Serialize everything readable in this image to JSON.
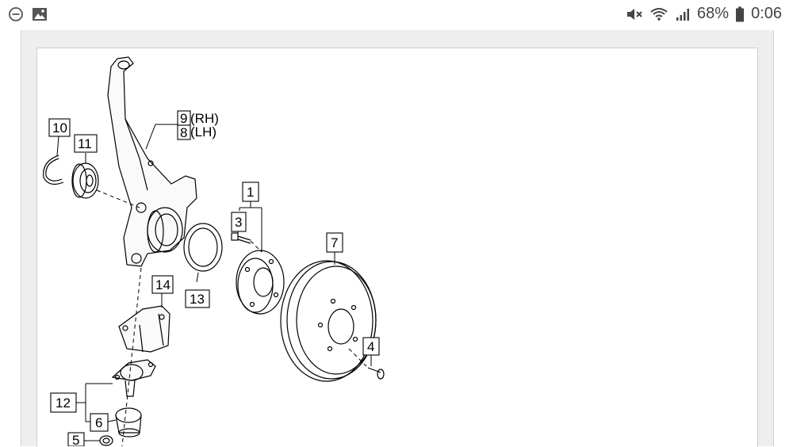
{
  "status_bar": {
    "battery_percent": "68%",
    "time": "0:06",
    "icons": [
      "minus-circle-icon",
      "image-icon",
      "mute-icon",
      "wifi-icon",
      "signal-icon",
      "battery-icon"
    ]
  },
  "diagram": {
    "labels": {
      "p1": "1",
      "p3": "3",
      "p4": "4",
      "p5": "5",
      "p6": "6",
      "p7": "7",
      "p8": "8",
      "p8_suffix": "(LH)",
      "p9": "9",
      "p9_suffix": "(RH)",
      "p10": "10",
      "p11": "11",
      "p12": "12",
      "p13": "13",
      "p14": "14"
    }
  }
}
